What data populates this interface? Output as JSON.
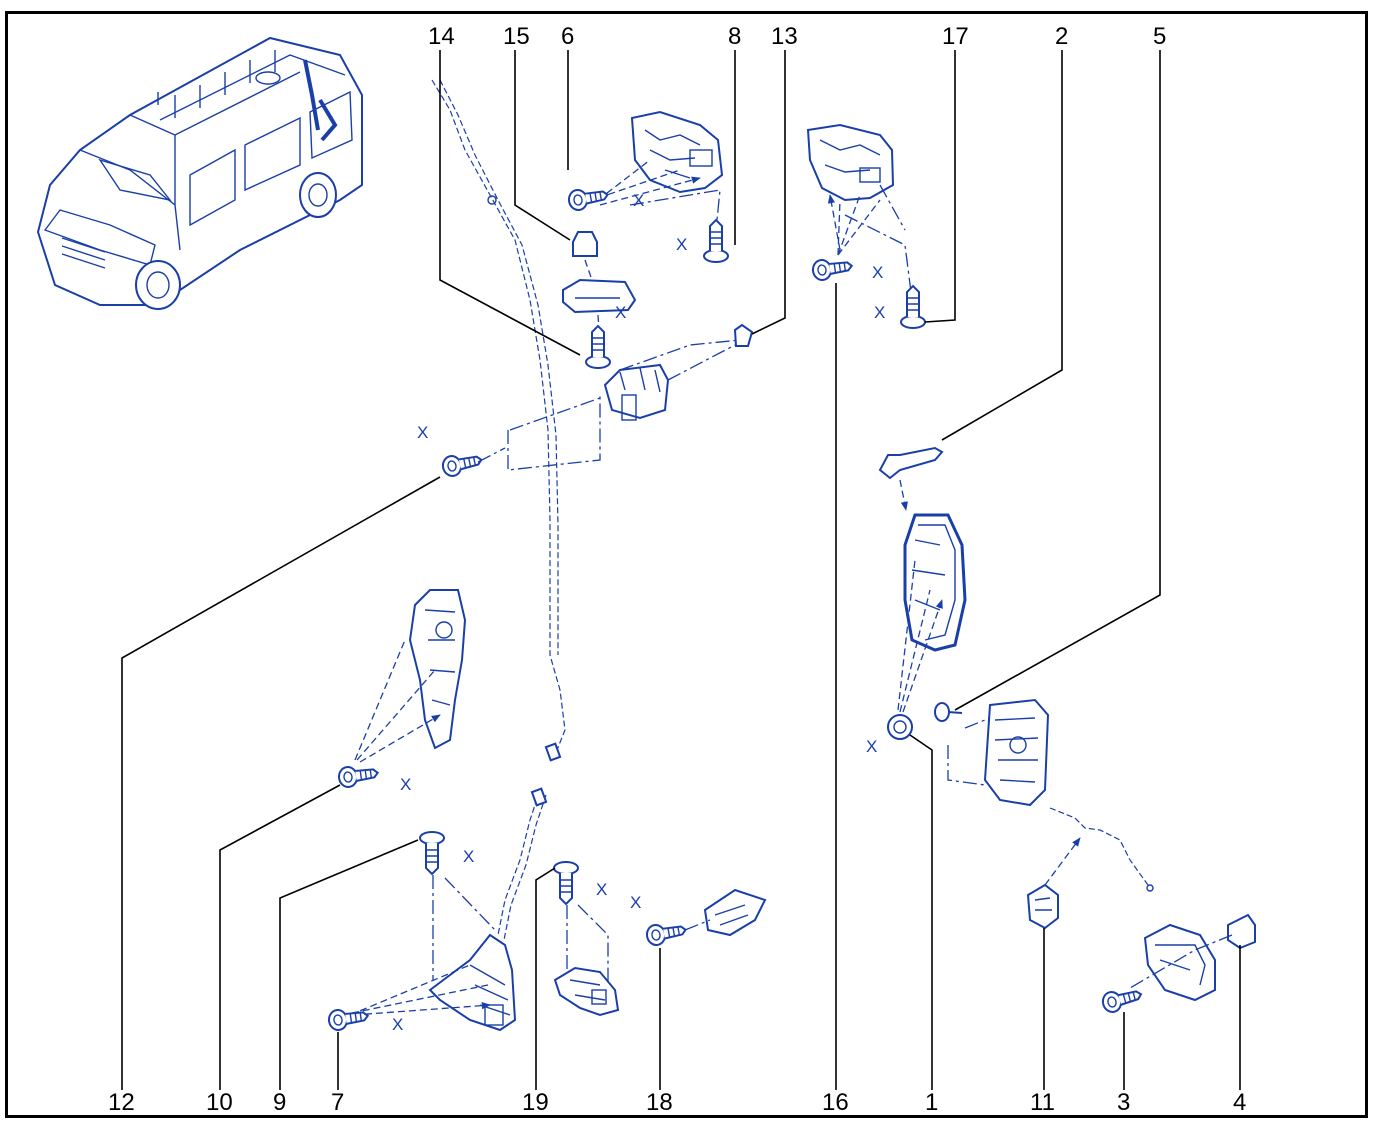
{
  "diagram": {
    "colors": {
      "part_stroke": "#1a3fa8",
      "callout_text": "#000000",
      "frame": "#000000",
      "background": "#ffffff"
    },
    "torque_mark": "X",
    "callouts_top": [
      "14",
      "15",
      "6",
      "8",
      "13",
      "17",
      "2",
      "5"
    ],
    "callouts_bottom": [
      "12",
      "10",
      "9",
      "7",
      "19",
      "18",
      "16",
      "1",
      "11",
      "3",
      "4"
    ]
  }
}
